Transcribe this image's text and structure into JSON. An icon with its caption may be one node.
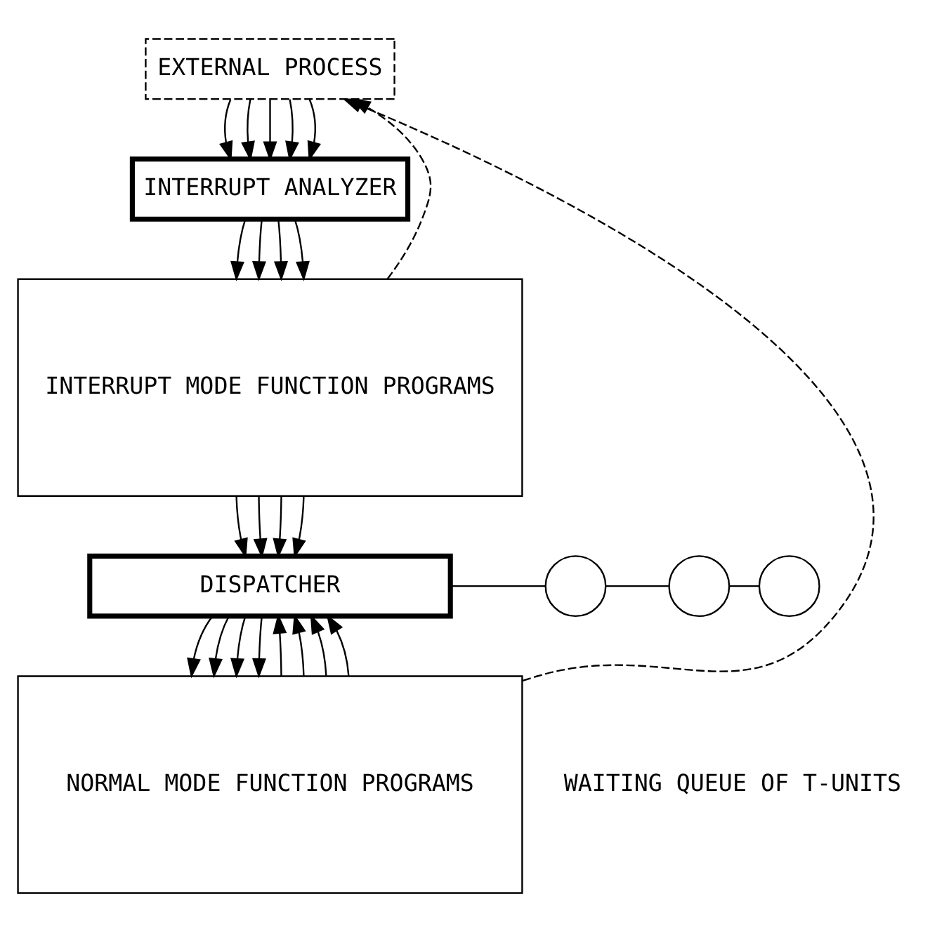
{
  "diagram": {
    "nodes": [
      {
        "text": [
          "EXTERNAL PROCESS"
        ]
      },
      {
        "text": [
          "INTERRUPT ANALYZER"
        ]
      },
      {
        "text": [
          "INTERRUPT MODE FUNCTION PROGRAMS"
        ]
      },
      {
        "text": [
          "DISPATCHER"
        ]
      },
      {
        "text": [
          "NORMAL MODE FUNCTION PROGRAMS"
        ]
      },
      {
        "text": [],
        "shape": "circle"
      },
      {
        "text": [],
        "shape": "circle"
      },
      {
        "text": [],
        "shape": "circle"
      }
    ],
    "edges": [
      {
        "from": 0,
        "to": 1,
        "arrow": "to"
      },
      {
        "from": 0,
        "to": 1,
        "arrow": "to"
      },
      {
        "from": 0,
        "to": 1,
        "arrow": "to"
      },
      {
        "from": 0,
        "to": 1,
        "arrow": "to"
      },
      {
        "from": 0,
        "to": 1,
        "arrow": "to"
      },
      {
        "from": 1,
        "to": 2,
        "arrow": "to"
      },
      {
        "from": 1,
        "to": 2,
        "arrow": "to"
      },
      {
        "from": 1,
        "to": 2,
        "arrow": "to"
      },
      {
        "from": 1,
        "to": 2,
        "arrow": "to"
      },
      {
        "from": 2,
        "to": 3,
        "arrow": "to"
      },
      {
        "from": 2,
        "to": 3,
        "arrow": "to"
      },
      {
        "from": 2,
        "to": 3,
        "arrow": "to"
      },
      {
        "from": 2,
        "to": 3,
        "arrow": "to"
      },
      {
        "from": 3,
        "to": 4,
        "arrow": "to"
      },
      {
        "from": 3,
        "to": 4,
        "arrow": "to"
      },
      {
        "from": 3,
        "to": 4,
        "arrow": "to"
      },
      {
        "from": 3,
        "to": 4,
        "arrow": "to"
      },
      {
        "from": 4,
        "to": 3,
        "arrow": "to"
      },
      {
        "from": 4,
        "to": 3,
        "arrow": "to"
      },
      {
        "from": 4,
        "to": 3,
        "arrow": "to"
      },
      {
        "from": 4,
        "to": 3,
        "arrow": "to"
      },
      {
        "from": 2,
        "to": 0,
        "arrow": "to",
        "style": "dashed"
      },
      {
        "from": 4,
        "to": 0,
        "arrow": "to",
        "style": "dashed"
      },
      {
        "from": 3,
        "to": 5,
        "arrow": "none"
      },
      {
        "from": 5,
        "to": 6,
        "arrow": "none"
      },
      {
        "from": 6,
        "to": 7,
        "arrow": "none"
      }
    ],
    "labels": [
      "WAITING QUEUE OF T-UNITS"
    ]
  }
}
